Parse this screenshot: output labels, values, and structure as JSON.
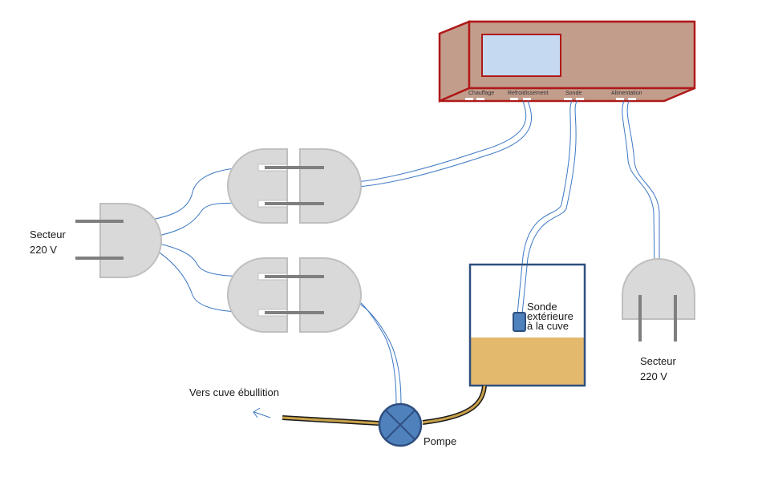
{
  "controller": {
    "ports": [
      "Chauffage",
      "Refroidissement",
      "Sonde",
      "Alimentation"
    ]
  },
  "labels": {
    "secteur_left": [
      "Secteur",
      "220 V"
    ],
    "secteur_right": [
      "Secteur",
      "220 V"
    ],
    "sonde": [
      "Sonde",
      "extérieure",
      "à la cuve"
    ],
    "vers_cuve": "Vers cuve ébullition",
    "pompe": "Pompe"
  },
  "colors": {
    "controller_fill": "#c29d8c",
    "controller_stroke": "#b01919",
    "screen_fill": "#c5d9f1",
    "wire": "#3c78c4",
    "plug_fill": "#d9d9d9",
    "plug_stroke": "#bfbfbf",
    "pin": "#7f7f7f",
    "tank_stroke": "#2f4f7f",
    "liquid": "#e3b96e",
    "pump_fill": "#4f81bd",
    "hose": "#c9a14a"
  },
  "icons": [
    "plug-icon",
    "pump-icon",
    "probe-icon",
    "arrow-icon"
  ]
}
